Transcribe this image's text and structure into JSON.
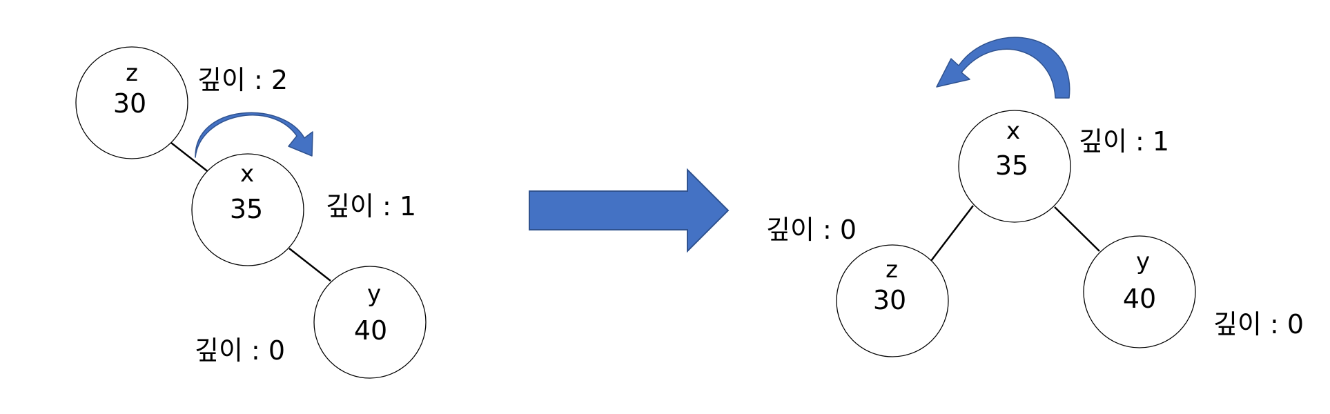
{
  "colors": {
    "arrow_fill": "#4472C4",
    "arrow_stroke": "#2F528F",
    "line": "#000000"
  },
  "before": {
    "nodes": {
      "z": {
        "name": "z",
        "value": "30",
        "depth": "깊이 : 2"
      },
      "x": {
        "name": "x",
        "value": "35",
        "depth": "깊이 : 1"
      },
      "y": {
        "name": "y",
        "value": "40",
        "depth": "깊이 : 0"
      }
    }
  },
  "after": {
    "nodes": {
      "x": {
        "name": "x",
        "value": "35",
        "depth": "깊이 : 1"
      },
      "z": {
        "name": "z",
        "value": "30",
        "depth": "깊이 : 0"
      },
      "y": {
        "name": "y",
        "value": "40",
        "depth": "깊이 : 0"
      }
    }
  }
}
